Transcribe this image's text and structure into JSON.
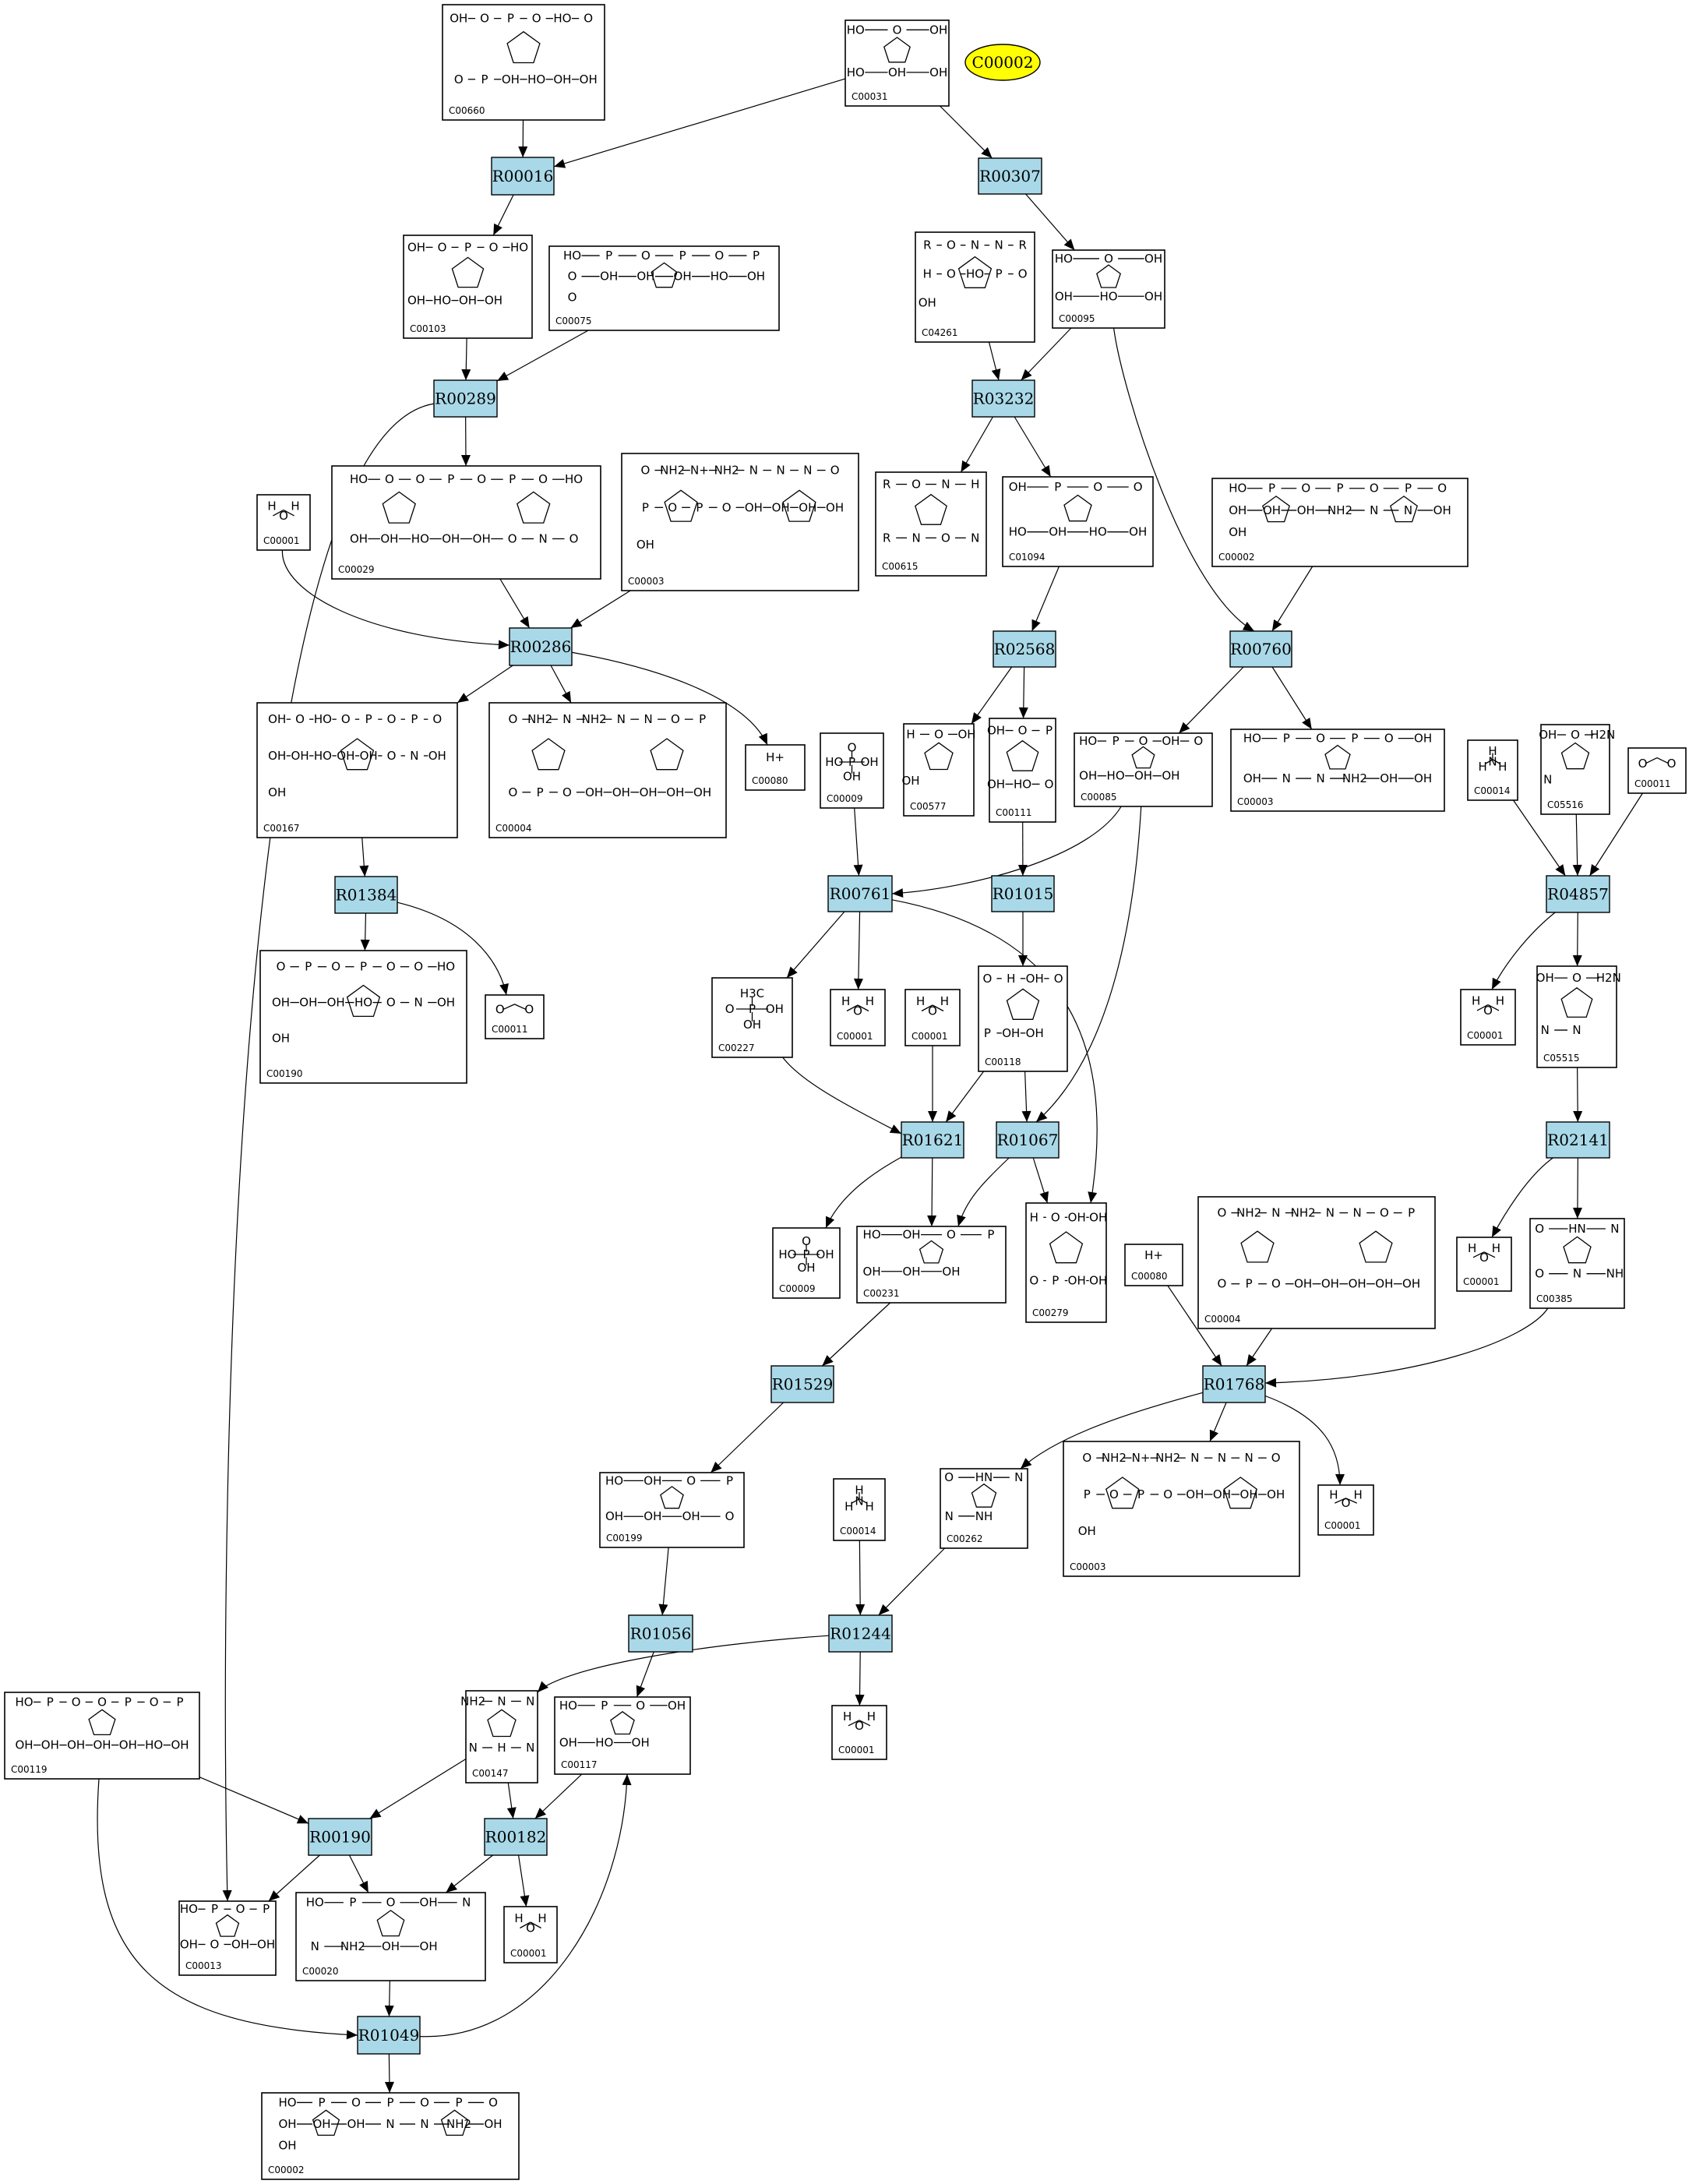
{
  "highlight": {
    "label": "C00002",
    "color": "#ffff00"
  },
  "colors": {
    "reaction_fill": "#a9d9e8",
    "node_border": "#000000"
  },
  "compounds": [
    {
      "id": "c_C00660",
      "label": "C00660",
      "atoms": [
        "OH",
        "O",
        "P",
        "O",
        "HO",
        "O",
        "O",
        "P",
        "OH",
        "HO",
        "OH",
        "OH"
      ]
    },
    {
      "id": "c_C00031a",
      "label": "C00031",
      "atoms": [
        "HO",
        "O",
        "OH",
        "HO",
        "OH",
        "OH"
      ]
    },
    {
      "id": "c_C00103",
      "label": "C00103",
      "atoms": [
        "OH",
        "O",
        "P",
        "O",
        "HO",
        "OH",
        "HO",
        "OH",
        "OH"
      ]
    },
    {
      "id": "c_C00075",
      "label": "C00075",
      "atoms": [
        "HO",
        "P",
        "O",
        "P",
        "O",
        "P",
        "O",
        "OH",
        "OH",
        "OH",
        "HO",
        "OH",
        "O"
      ]
    },
    {
      "id": "c_C04261",
      "label": "C04261",
      "atoms": [
        "R",
        "O",
        "N",
        "N",
        "R",
        "H",
        "O",
        "HO",
        "P",
        "O",
        "OH"
      ]
    },
    {
      "id": "c_C00095",
      "label": "C00095",
      "atoms": [
        "HO",
        "O",
        "OH",
        "OH",
        "HO",
        "OH"
      ]
    },
    {
      "id": "c_C00001a",
      "label": "C00001",
      "atoms": [
        "H",
        "O",
        "H"
      ]
    },
    {
      "id": "c_C00029",
      "label": "C00029",
      "atoms": [
        "HO",
        "O",
        "O",
        "P",
        "O",
        "P",
        "O",
        "HO",
        "OH",
        "OH",
        "HO",
        "OH",
        "OH",
        "O",
        "N",
        "O"
      ]
    },
    {
      "id": "c_C00003a",
      "label": "C00003",
      "atoms": [
        "O",
        "NH2",
        "N+",
        "NH2",
        "N",
        "N",
        "N",
        "O",
        "P",
        "O",
        "P",
        "O",
        "OH",
        "OH",
        "OH",
        "OH",
        "OH"
      ]
    },
    {
      "id": "c_C00615",
      "label": "C00615",
      "atoms": [
        "R",
        "O",
        "N",
        "H",
        "R",
        "N",
        "O",
        "N"
      ]
    },
    {
      "id": "c_C01094",
      "label": "C01094",
      "atoms": [
        "OH",
        "P",
        "O",
        "O",
        "HO",
        "OH",
        "HO",
        "OH"
      ]
    },
    {
      "id": "c_C00002a",
      "label": "C00002",
      "atoms": [
        "HO",
        "P",
        "O",
        "P",
        "O",
        "P",
        "O",
        "OH",
        "OH",
        "OH",
        "NH2",
        "N",
        "N",
        "OH",
        "OH"
      ]
    },
    {
      "id": "c_C00167",
      "label": "C00167",
      "atoms": [
        "OH",
        "O",
        "HO",
        "O",
        "P",
        "O",
        "P",
        "O",
        "OH",
        "OH",
        "HO",
        "OH",
        "OH",
        "O",
        "N",
        "OH",
        "OH"
      ]
    },
    {
      "id": "c_C00004a",
      "label": "C00004",
      "atoms": [
        "O",
        "NH2",
        "N",
        "NH2",
        "N",
        "N",
        "O",
        "P",
        "O",
        "P",
        "O",
        "OH",
        "OH",
        "OH",
        "OH",
        "OH"
      ]
    },
    {
      "id": "c_C00080a",
      "label": "C00080",
      "atoms": [
        "H+"
      ]
    },
    {
      "id": "c_C00009a",
      "label": "C00009",
      "atoms": [
        "O",
        "HO",
        "P",
        "OH",
        "OH"
      ]
    },
    {
      "id": "c_C00577",
      "label": "C00577",
      "atoms": [
        "H",
        "O",
        "OH",
        "OH"
      ]
    },
    {
      "id": "c_C00111",
      "label": "C00111",
      "atoms": [
        "OH",
        "O",
        "P",
        "OH",
        "HO",
        "O"
      ]
    },
    {
      "id": "c_C00085",
      "label": "C00085",
      "atoms": [
        "HO",
        "P",
        "O",
        "OH",
        "O",
        "OH",
        "HO",
        "OH",
        "OH"
      ]
    },
    {
      "id": "c_C00003b",
      "label": "C00003",
      "atoms": [
        "HO",
        "P",
        "O",
        "P",
        "O",
        "OH",
        "OH",
        "N",
        "N",
        "NH2",
        "OH",
        "OH"
      ]
    },
    {
      "id": "c_C00014a",
      "label": "C00014",
      "atoms": [
        "H",
        "N",
        "H",
        "H"
      ]
    },
    {
      "id": "c_C05516",
      "label": "C05516",
      "atoms": [
        "OH",
        "O",
        "H2N",
        "N"
      ]
    },
    {
      "id": "c_C00011a",
      "label": "C00011",
      "atoms": [
        "O",
        "O"
      ]
    },
    {
      "id": "c_C00190",
      "label": "C00190",
      "atoms": [
        "O",
        "P",
        "O",
        "P",
        "O",
        "O",
        "HO",
        "OH",
        "OH",
        "OH",
        "HO",
        "O",
        "N",
        "OH",
        "OH"
      ]
    },
    {
      "id": "c_C00011b",
      "label": "C00011",
      "atoms": [
        "O",
        "O"
      ]
    },
    {
      "id": "c_C00227",
      "label": "C00227",
      "atoms": [
        "H3C",
        "O",
        "P",
        "OH",
        "OH"
      ]
    },
    {
      "id": "c_C00001b",
      "label": "C00001",
      "atoms": [
        "H",
        "O",
        "H"
      ]
    },
    {
      "id": "c_C00001c",
      "label": "C00001",
      "atoms": [
        "H",
        "O",
        "H"
      ]
    },
    {
      "id": "c_C00118",
      "label": "C00118",
      "atoms": [
        "O",
        "H",
        "OH",
        "O",
        "P",
        "OH",
        "OH"
      ]
    },
    {
      "id": "c_C00001d",
      "label": "C00001",
      "atoms": [
        "H",
        "O",
        "H"
      ]
    },
    {
      "id": "c_C05515",
      "label": "C05515",
      "atoms": [
        "OH",
        "O",
        "H2N",
        "N",
        "N"
      ]
    },
    {
      "id": "c_C00009b",
      "label": "C00009",
      "atoms": [
        "O",
        "HO",
        "P",
        "OH",
        "OH"
      ]
    },
    {
      "id": "c_C00231",
      "label": "C00231",
      "atoms": [
        "HO",
        "OH",
        "O",
        "P",
        "OH",
        "OH",
        "OH"
      ]
    },
    {
      "id": "c_C00279",
      "label": "C00279",
      "atoms": [
        "H",
        "O",
        "OH",
        "OH",
        "O",
        "P",
        "OH",
        "OH"
      ]
    },
    {
      "id": "c_C00080b",
      "label": "C00080",
      "atoms": [
        "H+"
      ]
    },
    {
      "id": "c_C00004b",
      "label": "C00004",
      "atoms": [
        "O",
        "NH2",
        "N",
        "NH2",
        "N",
        "N",
        "O",
        "P",
        "O",
        "P",
        "O",
        "OH",
        "OH",
        "OH",
        "OH",
        "OH"
      ]
    },
    {
      "id": "c_C00001e",
      "label": "C00001",
      "atoms": [
        "H",
        "O",
        "H"
      ]
    },
    {
      "id": "c_C00385",
      "label": "C00385",
      "atoms": [
        "O",
        "HN",
        "N",
        "O",
        "N",
        "NH"
      ]
    },
    {
      "id": "c_C00199",
      "label": "C00199",
      "atoms": [
        "HO",
        "OH",
        "O",
        "P",
        "OH",
        "OH",
        "OH",
        "O"
      ]
    },
    {
      "id": "c_C00014b",
      "label": "C00014",
      "atoms": [
        "H",
        "N",
        "H",
        "H"
      ]
    },
    {
      "id": "c_C00262",
      "label": "C00262",
      "atoms": [
        "O",
        "HN",
        "N",
        "N",
        "NH"
      ]
    },
    {
      "id": "c_C00003c",
      "label": "C00003",
      "atoms": [
        "O",
        "NH2",
        "N+",
        "NH2",
        "N",
        "N",
        "N",
        "O",
        "P",
        "O",
        "P",
        "O",
        "OH",
        "OH",
        "OH",
        "OH",
        "OH"
      ]
    },
    {
      "id": "c_C00001f",
      "label": "C00001",
      "atoms": [
        "H",
        "O",
        "H"
      ]
    },
    {
      "id": "c_C00119",
      "label": "C00119",
      "atoms": [
        "HO",
        "P",
        "O",
        "O",
        "P",
        "O",
        "P",
        "OH",
        "OH",
        "OH",
        "OH",
        "OH",
        "HO",
        "OH"
      ]
    },
    {
      "id": "c_C00147",
      "label": "C00147",
      "atoms": [
        "NH2",
        "N",
        "N",
        "N",
        "H",
        "N"
      ]
    },
    {
      "id": "c_C00117",
      "label": "C00117",
      "atoms": [
        "HO",
        "P",
        "O",
        "OH",
        "OH",
        "HO",
        "OH"
      ]
    },
    {
      "id": "c_C00001g",
      "label": "C00001",
      "atoms": [
        "H",
        "O",
        "H"
      ]
    },
    {
      "id": "c_C00013",
      "label": "C00013",
      "atoms": [
        "HO",
        "P",
        "O",
        "P",
        "OH",
        "O",
        "OH",
        "OH"
      ]
    },
    {
      "id": "c_C00020",
      "label": "C00020",
      "atoms": [
        "HO",
        "P",
        "O",
        "OH",
        "N",
        "N",
        "NH2",
        "OH",
        "OH"
      ]
    },
    {
      "id": "c_C00001h",
      "label": "C00001",
      "atoms": [
        "H",
        "O",
        "H"
      ]
    },
    {
      "id": "c_C00002b",
      "label": "C00002",
      "atoms": [
        "HO",
        "P",
        "O",
        "P",
        "O",
        "P",
        "O",
        "OH",
        "OH",
        "OH",
        "N",
        "N",
        "NH2",
        "OH",
        "OH"
      ]
    }
  ],
  "reactions": [
    {
      "id": "r_R00016",
      "label": "R00016"
    },
    {
      "id": "r_R00307",
      "label": "R00307"
    },
    {
      "id": "r_R00289",
      "label": "R00289"
    },
    {
      "id": "r_R03232",
      "label": "R03232"
    },
    {
      "id": "r_R00286",
      "label": "R00286"
    },
    {
      "id": "r_R02568",
      "label": "R02568"
    },
    {
      "id": "r_R00760",
      "label": "R00760"
    },
    {
      "id": "r_R01384",
      "label": "R01384"
    },
    {
      "id": "r_R00761",
      "label": "R00761"
    },
    {
      "id": "r_R01015",
      "label": "R01015"
    },
    {
      "id": "r_R04857",
      "label": "R04857"
    },
    {
      "id": "r_R01621",
      "label": "R01621"
    },
    {
      "id": "r_R01067",
      "label": "R01067"
    },
    {
      "id": "r_R02141",
      "label": "R02141"
    },
    {
      "id": "r_R01529",
      "label": "R01529"
    },
    {
      "id": "r_R01768",
      "label": "R01768"
    },
    {
      "id": "r_R01056",
      "label": "R01056"
    },
    {
      "id": "r_R01244",
      "label": "R01244"
    },
    {
      "id": "r_R00190",
      "label": "R00190"
    },
    {
      "id": "r_R00182",
      "label": "R00182"
    },
    {
      "id": "r_R01049",
      "label": "R01049"
    }
  ],
  "edges": [
    {
      "from": "c_C00660",
      "to": "r_R00016"
    },
    {
      "from": "c_C00031a",
      "to": "r_R00016"
    },
    {
      "from": "c_C00031a",
      "to": "r_R00307"
    },
    {
      "from": "r_R00016",
      "to": "c_C00103"
    },
    {
      "from": "c_C00103",
      "to": "r_R00289"
    },
    {
      "from": "c_C00075",
      "to": "r_R00289"
    },
    {
      "from": "r_R00307",
      "to": "c_C00095"
    },
    {
      "from": "c_C04261",
      "to": "r_R03232"
    },
    {
      "from": "c_C00095",
      "to": "r_R03232"
    },
    {
      "from": "c_C00095",
      "to": "r_R00760"
    },
    {
      "from": "r_R00289",
      "to": "c_C00029"
    },
    {
      "from": "r_R00289",
      "to": "c_C00013"
    },
    {
      "from": "r_R03232",
      "to": "c_C00615"
    },
    {
      "from": "r_R03232",
      "to": "c_C01094"
    },
    {
      "from": "c_C00001a",
      "to": "r_R00286"
    },
    {
      "from": "c_C00029",
      "to": "r_R00286"
    },
    {
      "from": "c_C00003a",
      "to": "r_R00286"
    },
    {
      "from": "c_C01094",
      "to": "r_R02568"
    },
    {
      "from": "c_C00002a",
      "to": "r_R00760"
    },
    {
      "from": "r_R00286",
      "to": "c_C00167"
    },
    {
      "from": "r_R00286",
      "to": "c_C00004a"
    },
    {
      "from": "r_R00286",
      "to": "c_C00080a"
    },
    {
      "from": "r_R02568",
      "to": "c_C00577"
    },
    {
      "from": "r_R02568",
      "to": "c_C00111"
    },
    {
      "from": "r_R00760",
      "to": "c_C00085"
    },
    {
      "from": "r_R00760",
      "to": "c_C00003b"
    },
    {
      "from": "c_C00167",
      "to": "r_R01384"
    },
    {
      "from": "c_C00009a",
      "to": "r_R00761"
    },
    {
      "from": "c_C00085",
      "to": "r_R00761"
    },
    {
      "from": "c_C00085",
      "to": "r_R01067"
    },
    {
      "from": "c_C00111",
      "to": "r_R01015"
    },
    {
      "from": "c_C00014a",
      "to": "r_R04857"
    },
    {
      "from": "c_C05516",
      "to": "r_R04857"
    },
    {
      "from": "c_C00011a",
      "to": "r_R04857"
    },
    {
      "from": "r_R01384",
      "to": "c_C00190"
    },
    {
      "from": "r_R01384",
      "to": "c_C00011b"
    },
    {
      "from": "r_R00761",
      "to": "c_C00227"
    },
    {
      "from": "r_R00761",
      "to": "c_C00001b"
    },
    {
      "from": "r_R00761",
      "to": "c_C00279"
    },
    {
      "from": "r_R01015",
      "to": "c_C00118"
    },
    {
      "from": "r_R04857",
      "to": "c_C00001d"
    },
    {
      "from": "r_R04857",
      "to": "c_C05515"
    },
    {
      "from": "c_C00227",
      "to": "r_R01621"
    },
    {
      "from": "c_C00001c",
      "to": "r_R01621"
    },
    {
      "from": "c_C00118",
      "to": "r_R01621"
    },
    {
      "from": "c_C00118",
      "to": "r_R01067"
    },
    {
      "from": "c_C05515",
      "to": "r_R02141"
    },
    {
      "from": "r_R01621",
      "to": "c_C00009b"
    },
    {
      "from": "r_R01621",
      "to": "c_C00231"
    },
    {
      "from": "r_R01067",
      "to": "c_C00231"
    },
    {
      "from": "r_R01067",
      "to": "c_C00279"
    },
    {
      "from": "r_R02141",
      "to": "c_C00001e"
    },
    {
      "from": "r_R02141",
      "to": "c_C00385"
    },
    {
      "from": "c_C00231",
      "to": "r_R01529"
    },
    {
      "from": "c_C00080b",
      "to": "r_R01768"
    },
    {
      "from": "c_C00004b",
      "to": "r_R01768"
    },
    {
      "from": "c_C00385",
      "to": "r_R01768"
    },
    {
      "from": "r_R01529",
      "to": "c_C00199"
    },
    {
      "from": "r_R01768",
      "to": "c_C00262"
    },
    {
      "from": "r_R01768",
      "to": "c_C00003c"
    },
    {
      "from": "r_R01768",
      "to": "c_C00001f"
    },
    {
      "from": "c_C00199",
      "to": "r_R01056"
    },
    {
      "from": "c_C00014b",
      "to": "r_R01244"
    },
    {
      "from": "c_C00262",
      "to": "r_R01244"
    },
    {
      "from": "r_R01056",
      "to": "c_C00117"
    },
    {
      "from": "r_R01244",
      "to": "c_C00147"
    },
    {
      "from": "r_R01244",
      "to": "c_C00001g"
    },
    {
      "from": "c_C00119",
      "to": "r_R00190"
    },
    {
      "from": "c_C00147",
      "to": "r_R00190"
    },
    {
      "from": "c_C00147",
      "to": "r_R00182"
    },
    {
      "from": "c_C00117",
      "to": "r_R00182"
    },
    {
      "from": "c_C00119",
      "to": "r_R01049"
    },
    {
      "from": "r_R00190",
      "to": "c_C00013"
    },
    {
      "from": "r_R00190",
      "to": "c_C00020"
    },
    {
      "from": "r_R00182",
      "to": "c_C00020"
    },
    {
      "from": "r_R00182",
      "to": "c_C00001h"
    },
    {
      "from": "c_C00020",
      "to": "r_R01049"
    },
    {
      "from": "r_R01049",
      "to": "c_C00117"
    },
    {
      "from": "r_R01049",
      "to": "c_C00002b"
    }
  ]
}
